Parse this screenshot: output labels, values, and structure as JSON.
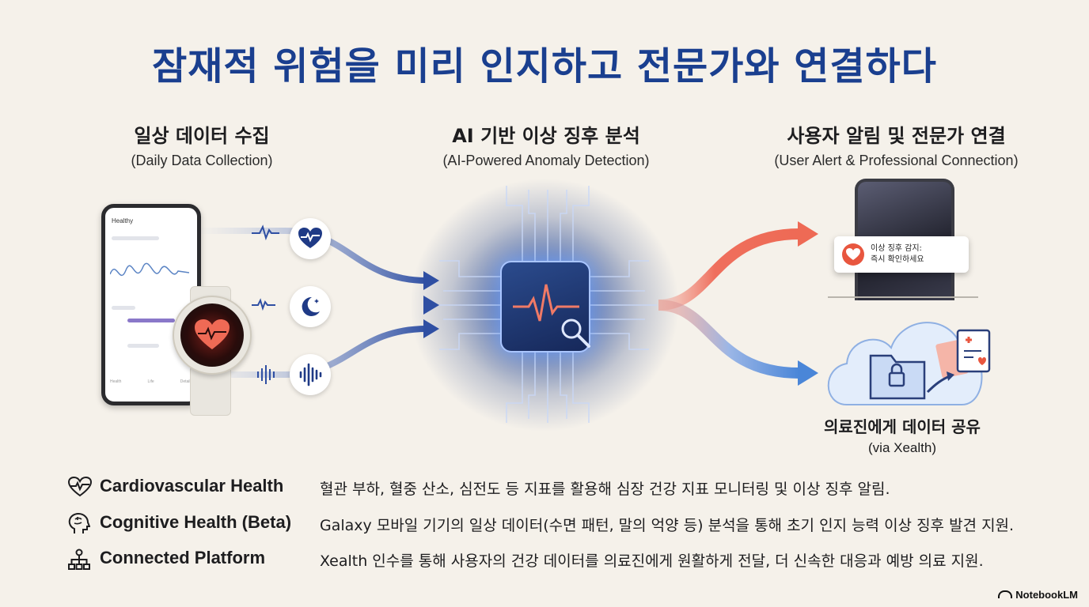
{
  "title": "잠재적 위험을 미리 인지하고 전문가와 연결하다",
  "stages": [
    {
      "title_ko": "일상 데이터 수집",
      "title_en": "(Daily Data Collection)"
    },
    {
      "title_ko": "AI 기반 이상 징후 분석",
      "title_en": "(AI-Powered Anomaly Detection)"
    },
    {
      "title_ko": "사용자 알림 및 전문가 연결",
      "title_en": "(User Alert & Professional Connection)"
    }
  ],
  "phone": {
    "header": "Healthy",
    "tabs": [
      "Health",
      "Life",
      "Details"
    ]
  },
  "icons": {
    "input_1": "heart-pulse-icon",
    "input_2": "moon-stars-icon",
    "input_3": "voice-wave-icon"
  },
  "alert": {
    "line1": "이상 징후 감지:",
    "line2": "즉시 확인하세요"
  },
  "share": {
    "label_ko": "의료진에게 데이터 공유",
    "label_en": "(via Xealth)"
  },
  "features": [
    {
      "icon": "heart-pulse-outline-icon",
      "name": "Cardiovascular Health",
      "desc": "혈관 부하, 혈중 산소, 심전도 등 지표를 활용해 심장 건강 지표 모니터링 및 이상 징후 알림."
    },
    {
      "icon": "brain-head-icon",
      "name": "Cognitive Health (Beta)",
      "desc": "Galaxy 모바일 기기의 일상 데이터(수면 패턴, 말의 억양 등) 분석을 통해 초기 인지 능력 이상 징후 발견 지원."
    },
    {
      "icon": "network-nodes-icon",
      "name": "Connected Platform",
      "desc": "Xealth 인수를 통해 사용자의 건강 데이터를 의료진에게 원활하게 전달, 더 신속한 대응과 예방 의료 지원."
    }
  ],
  "brand": "NotebookLM",
  "colors": {
    "title": "#1a3f8f",
    "arrow_blue": "#2f4fa3",
    "alert_red": "#e8563f",
    "background": "#f5f1ea"
  }
}
